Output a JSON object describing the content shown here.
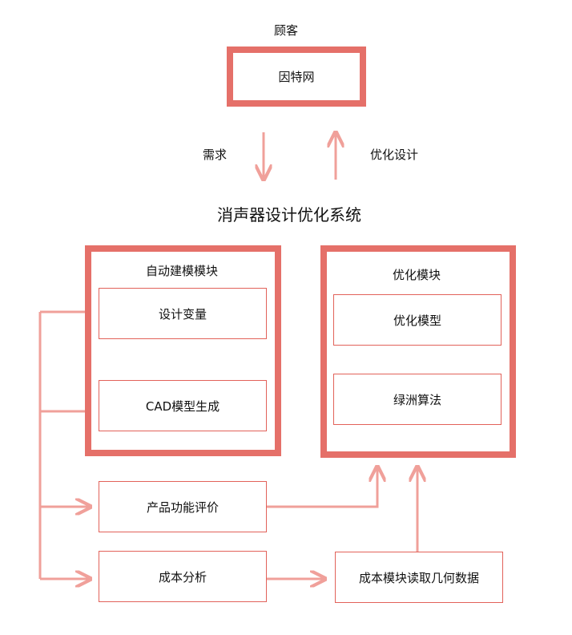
{
  "customer_label": "顾客",
  "internet_box": "因特网",
  "demand_label": "需求",
  "optimized_design_label": "优化设计",
  "system_title": "消声器设计优化系统",
  "auto_modeling": {
    "title": "自动建模模块",
    "design_variables": "设计变量",
    "cad_model": "CAD模型生成"
  },
  "optimization": {
    "title": "优化模块",
    "optimization_model": "优化模型",
    "oasis_algorithm": "绿洲算法"
  },
  "product_evaluation": "产品功能评价",
  "cost_analysis": "成本分析",
  "cost_module": "成本模块读取几何数据",
  "colors": {
    "box_border": "#e57069",
    "arrow": "#f0a09a"
  }
}
